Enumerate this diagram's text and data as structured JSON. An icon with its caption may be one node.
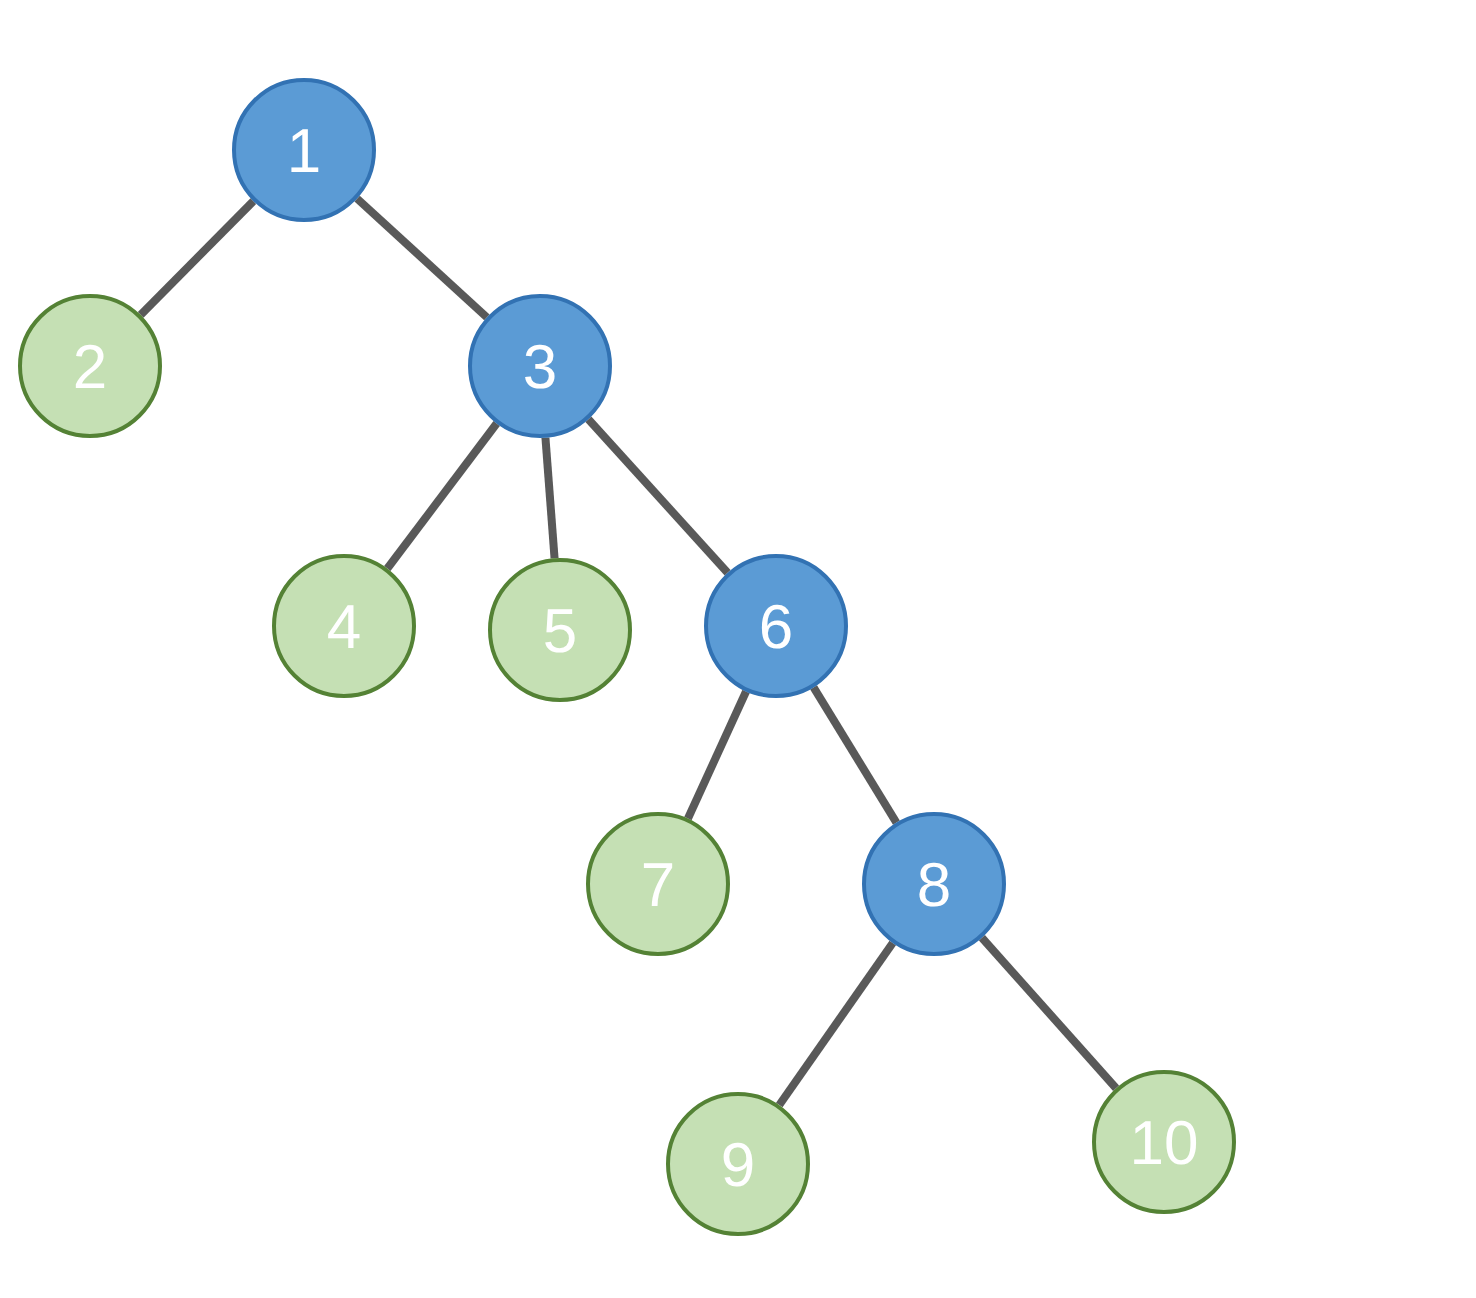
{
  "diagram": {
    "nodes": [
      {
        "text": [
          "1"
        ]
      },
      {
        "text": [
          "2"
        ]
      },
      {
        "text": [
          "3"
        ]
      },
      {
        "text": [
          "4"
        ]
      },
      {
        "text": [
          "5"
        ]
      },
      {
        "text": [
          "6"
        ]
      },
      {
        "text": [
          "7"
        ]
      },
      {
        "text": [
          "8"
        ]
      },
      {
        "text": [
          "9"
        ]
      },
      {
        "text": [
          "10"
        ]
      }
    ],
    "edges": [
      {
        "from": 0,
        "to": 1,
        "arrow": "none"
      },
      {
        "from": 0,
        "to": 2,
        "arrow": "none"
      },
      {
        "from": 2,
        "to": 3,
        "arrow": "none"
      },
      {
        "from": 2,
        "to": 4,
        "arrow": "none"
      },
      {
        "from": 2,
        "to": 5,
        "arrow": "none"
      },
      {
        "from": 5,
        "to": 6,
        "arrow": "none"
      },
      {
        "from": 5,
        "to": 7,
        "arrow": "none"
      },
      {
        "from": 7,
        "to": 8,
        "arrow": "none"
      },
      {
        "from": 7,
        "to": 9,
        "arrow": "none"
      }
    ]
  }
}
